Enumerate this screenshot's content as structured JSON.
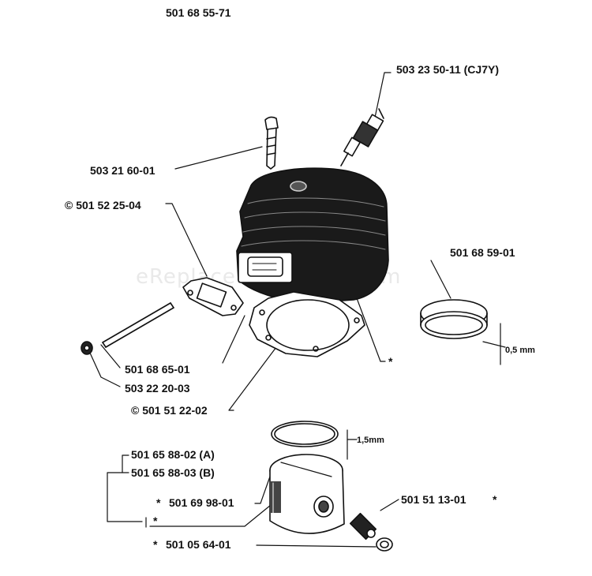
{
  "diagram": {
    "assembly_number": "501 68 55-71",
    "watermark": "eReplacementParts.com",
    "parts": {
      "spark_plug": "503 23 50-11 (CJ7Y)",
      "screw": "503 21 60-01",
      "muffler_gasket": "© 501 52 25-04",
      "ring_set": "501 68 59-01",
      "ring_size": "0,5 mm",
      "stud": "501 68 65-01",
      "nut": "503 22 20-03",
      "cylinder_gasket": "© 501 51 22-02",
      "piston_ring_size": "1,5mm",
      "piston_a": "501 65 88-02 (A)",
      "piston_b": "501 65 88-03 (B)",
      "piston": "501 69 98-01",
      "pin_bearing": "501 51 13-01",
      "circlip": "501 05 64-01"
    },
    "markers": {
      "star": "*"
    }
  }
}
